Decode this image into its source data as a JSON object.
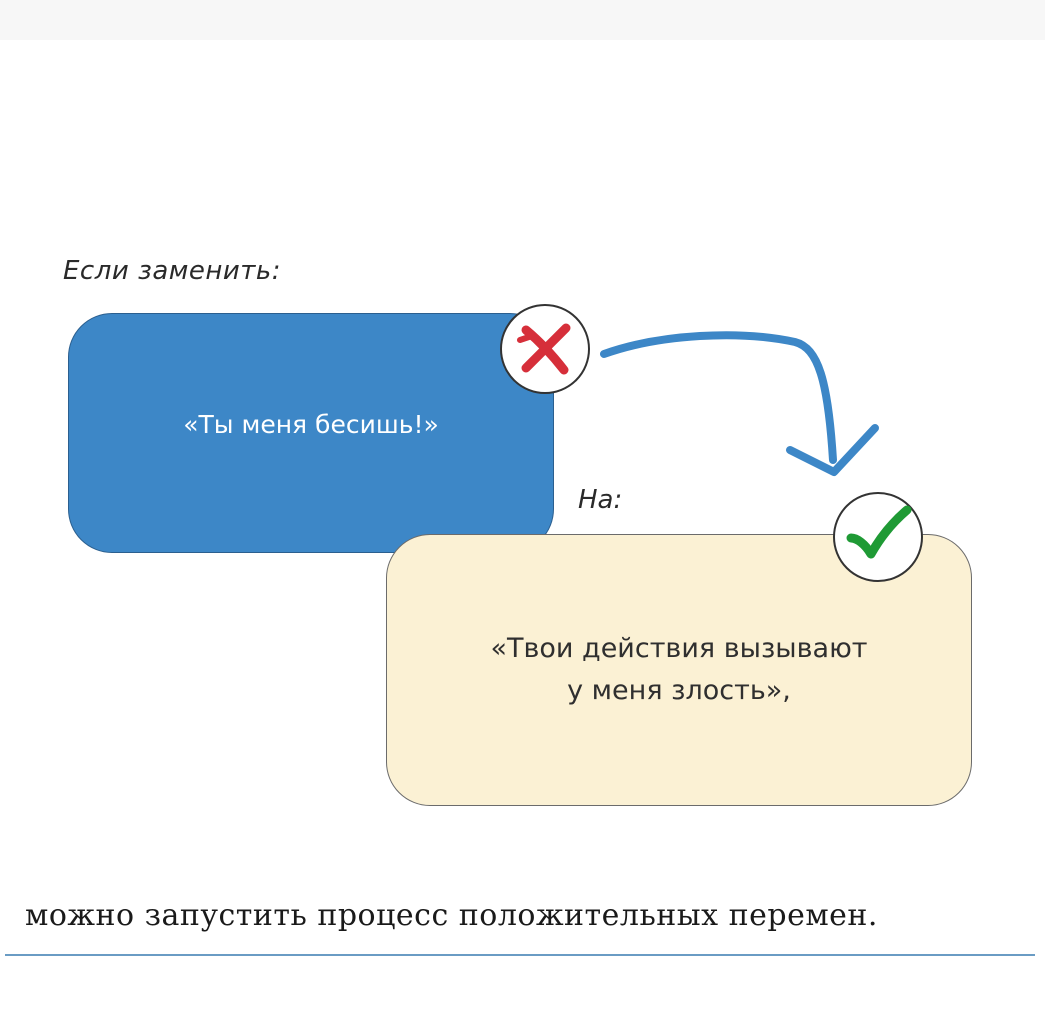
{
  "intro_label": "Если заменить:",
  "before": {
    "text": "«Ты меня бесишь!»",
    "color": "#3d87c7",
    "badge": "red-cross-icon"
  },
  "to_label": "На:",
  "after": {
    "line1": "«Твои действия вызывают",
    "line2": "у меня злость»,",
    "color": "#fbf1d4",
    "badge": "green-check-icon"
  },
  "arrow_color": "#3d87c7",
  "conclusion": "можно запустить процесс положительных перемен."
}
